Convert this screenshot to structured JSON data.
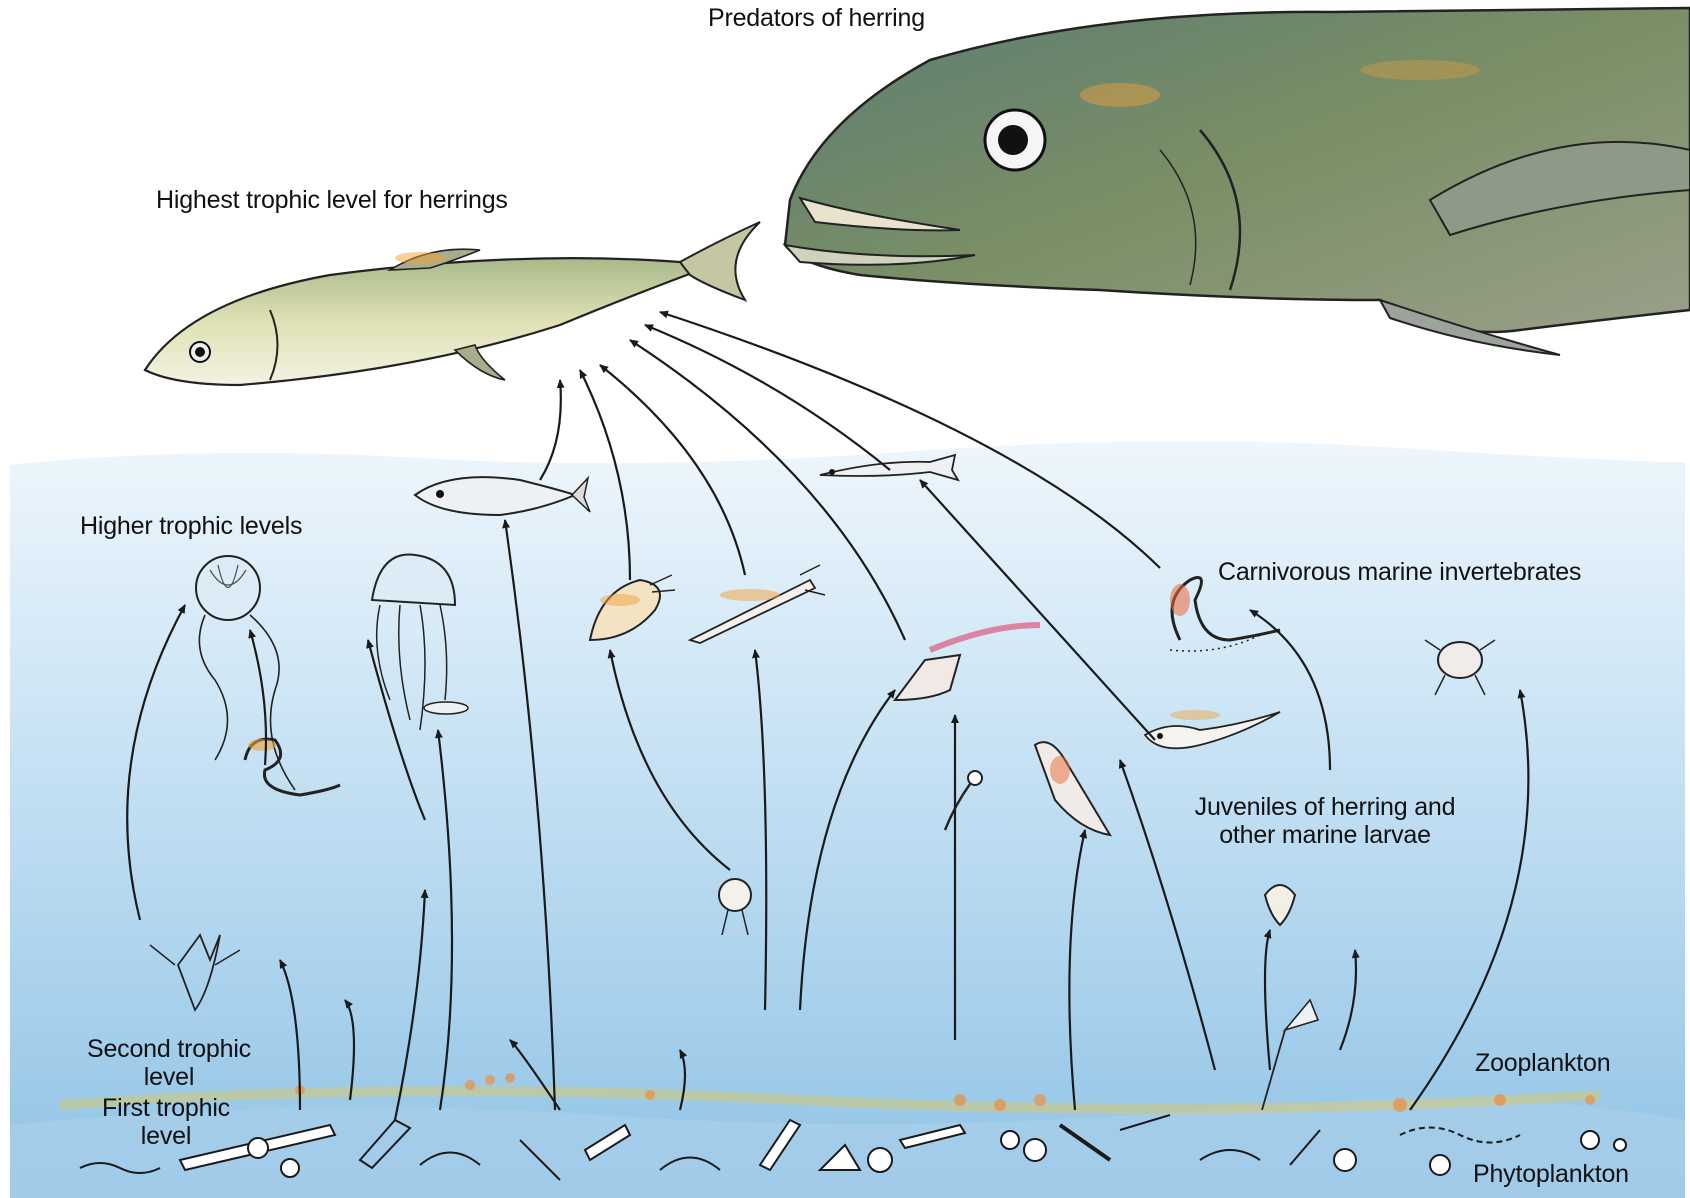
{
  "labels": {
    "predators": "Predators of herring",
    "highest": "Highest trophic level for herrings",
    "higher": "Higher trophic levels",
    "carnivorous": "Carnivorous marine invertebrates",
    "juveniles_1": "Juveniles of herring and",
    "juveniles_2": "other marine larvae",
    "second_1": "Second trophic",
    "second_2": "level",
    "first_1": "First trophic",
    "first_2": "level",
    "zooplankton": "Zooplankton",
    "phytoplankton": "Phytoplankton"
  },
  "colors": {
    "water_top": "#eaf4fb",
    "water_bottom": "#8fc3e6",
    "predator_body": "#6f8a6a",
    "herring_body": "#c9cf9a",
    "accent_orange": "#f2a13a",
    "accent_red": "#e0406a",
    "ink": "#1a1a1a"
  }
}
